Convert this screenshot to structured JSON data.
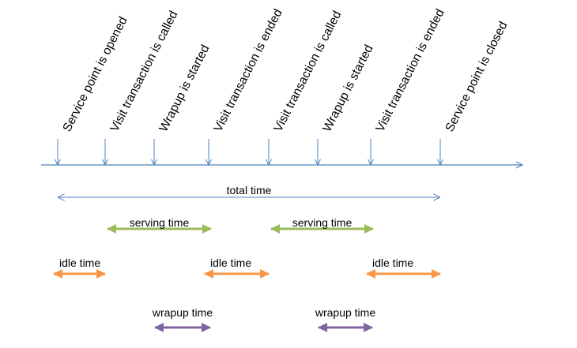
{
  "events": [
    {
      "label": "Service point is opened"
    },
    {
      "label": "Visit transaction is called"
    },
    {
      "label": "Wrapup is started"
    },
    {
      "label": "Visit transaction is ended"
    },
    {
      "label": "Visit transaction is called"
    },
    {
      "label": "Wrapup is started"
    },
    {
      "label": "Visit transaction is ended"
    },
    {
      "label": "Service point is closed"
    }
  ],
  "spans": {
    "total": {
      "label": "total time",
      "from_event": 0,
      "to_event": 7,
      "color": "#4f81bd"
    },
    "serving": [
      {
        "label": "serving time",
        "from_event": 1,
        "to_event": 3,
        "color": "#9bbb59"
      },
      {
        "label": "serving time",
        "from_event": 4,
        "to_event": 6,
        "color": "#9bbb59"
      }
    ],
    "idle": [
      {
        "label": "idle time",
        "from_event": 0,
        "to_event": 1,
        "color": "#f79646"
      },
      {
        "label": "idle time",
        "from_event": 3,
        "to_event": 4,
        "color": "#f79646"
      },
      {
        "label": "idle time",
        "from_event": 6,
        "to_event": 7,
        "color": "#f79646"
      }
    ],
    "wrapup": [
      {
        "label": "wrapup time",
        "from_event": 2,
        "to_event": 3,
        "color": "#8064a2"
      },
      {
        "label": "wrapup time",
        "from_event": 5,
        "to_event": 6,
        "color": "#8064a2"
      }
    ]
  },
  "colors": {
    "timeline": "#4f81bd",
    "event_tick": "#4f81bd"
  }
}
